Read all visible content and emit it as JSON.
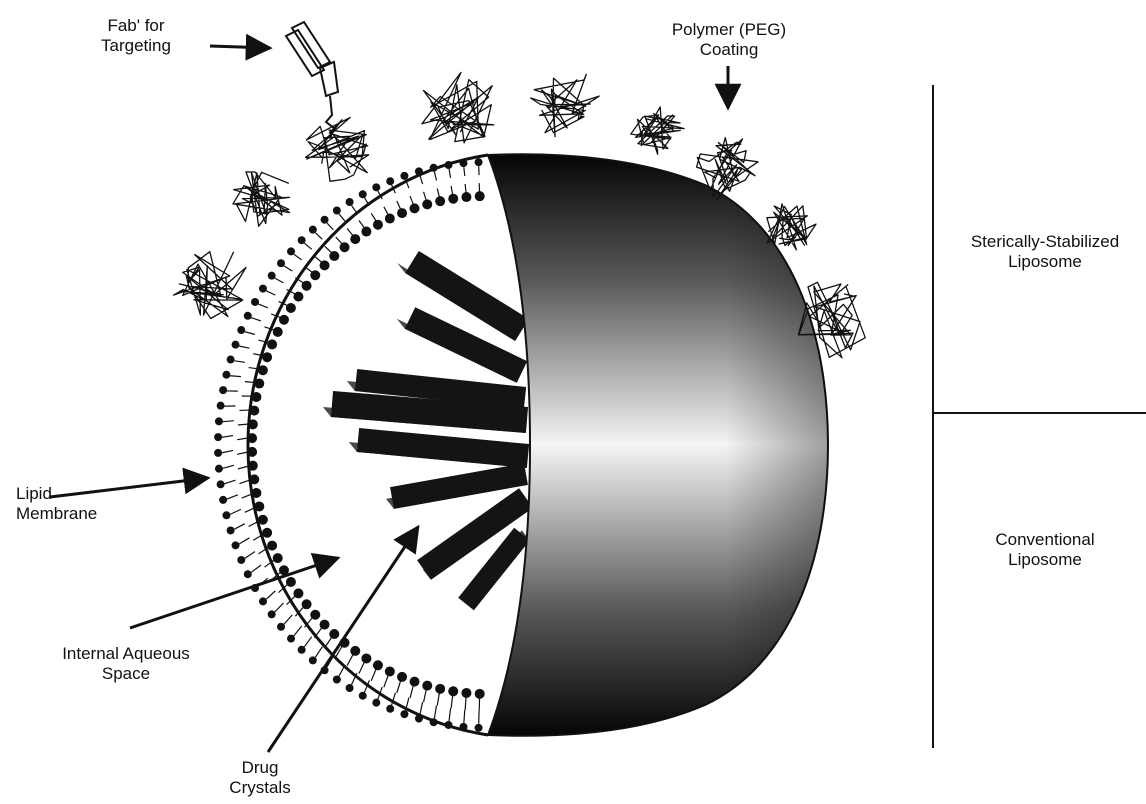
{
  "labels": {
    "fab": [
      "Fab' for",
      "Targeting"
    ],
    "polymer": [
      "Polymer (PEG)",
      "Coating"
    ],
    "lipid": [
      "Lipid",
      "Membrane"
    ],
    "aqueous": [
      "Internal Aqueous",
      "Space"
    ],
    "drug": [
      "Drug",
      "Crystals"
    ],
    "sterically": [
      "Sterically-Stabilized",
      "Liposome"
    ],
    "conventional": [
      "Conventional",
      "Liposome"
    ]
  },
  "colors": {
    "ink": "#111111",
    "background": "#ffffff",
    "crystal_dark": "#141414",
    "crystal_mid": "#4a4a4a",
    "hemisphere_light": "#f2f2f2",
    "hemisphere_dark": "#0e0e0e"
  }
}
